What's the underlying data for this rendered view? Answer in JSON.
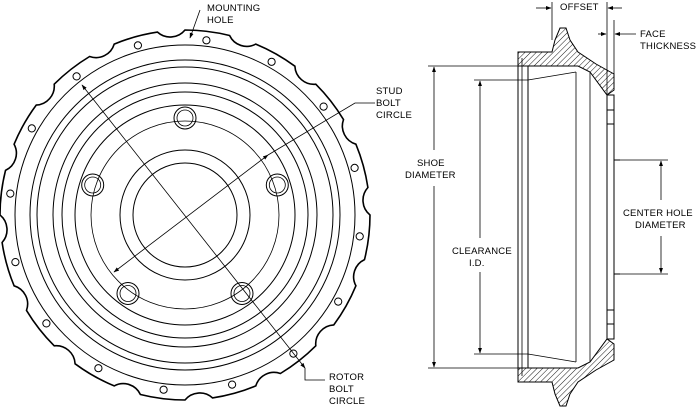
{
  "labels": {
    "mounting_hole": [
      "MOUNTING",
      "HOLE"
    ],
    "stud_bolt_circle": [
      "STUD",
      "BOLT",
      "CIRCLE"
    ],
    "rotor_bolt_circle": [
      "ROTOR",
      "BOLT",
      "CIRCLE"
    ],
    "offset": "OFFSET",
    "face_thickness": [
      "FACE",
      "THICKNESS"
    ],
    "shoe_diameter": [
      "SHOE",
      "DIAMETER"
    ],
    "clearance_id": [
      "CLEARANCE",
      "I.D."
    ],
    "center_hole_diameter": [
      "CENTER HOLE",
      "DIAMETER"
    ]
  },
  "colors": {
    "line": "#000000",
    "background": "#ffffff"
  }
}
